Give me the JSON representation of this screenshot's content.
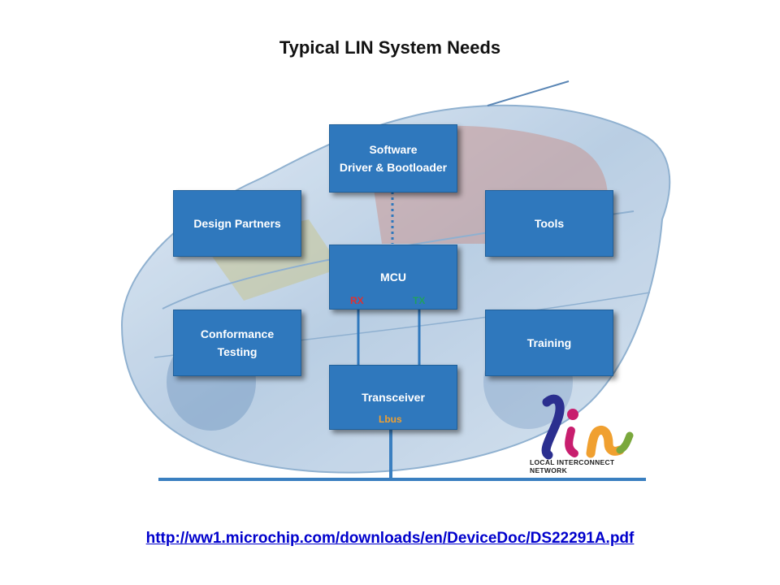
{
  "title": "Typical LIN System Needs",
  "boxes": {
    "software": "Software\nDriver & Bootloader",
    "software_line1": "Software",
    "software_line2": "Driver & Bootloader",
    "design_partners": "Design Partners",
    "tools": "Tools",
    "mcu": "MCU",
    "conformance_line1": "Conformance",
    "conformance_line2": "Testing",
    "training": "Training",
    "transceiver": "Transceiver"
  },
  "pins": {
    "rx": "RX",
    "tx": "TX",
    "lbus": "Lbus"
  },
  "logo": {
    "text": "lin",
    "caption": "LOCAL INTERCONNECT NETWORK"
  },
  "link": "http://ww1.microchip.com/downloads/en/DeviceDoc/DS22291A.pdf",
  "colors": {
    "box": "#2f78bd",
    "rx": "#e03030",
    "tx": "#20a060",
    "lbus": "#f0a030",
    "bus": "#3a7fc0"
  }
}
